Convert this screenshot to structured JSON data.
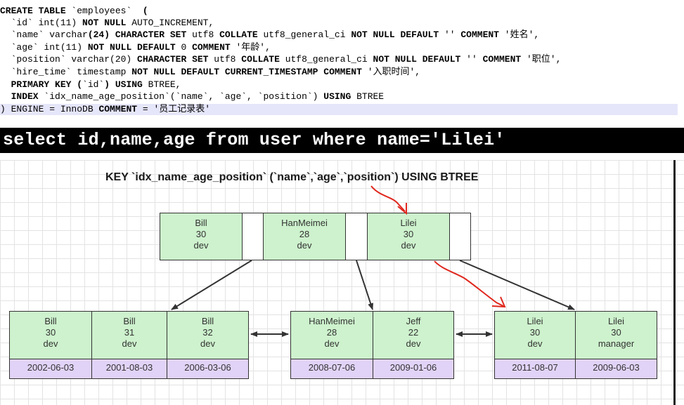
{
  "sql": {
    "lines": [
      [
        {
          "t": "CREATE TABLE",
          "k": 1
        },
        {
          "t": " `employees`  ",
          "k": 0
        },
        {
          "t": "(",
          "k": 1
        }
      ],
      [
        {
          "t": "  `id` int",
          "k": 0
        },
        {
          "t": "(11)",
          "k": 0
        },
        {
          "t": " NOT NULL",
          "k": 1
        },
        {
          "t": " AUTO_INCREMENT,",
          "k": 0
        }
      ],
      [
        {
          "t": "  `name` varchar",
          "k": 0
        },
        {
          "t": "(24)",
          "k": 1
        },
        {
          "t": " CHARACTER SET",
          "k": 1
        },
        {
          "t": " utf8 ",
          "k": 0
        },
        {
          "t": "COLLATE",
          "k": 1
        },
        {
          "t": " utf8_general_ci ",
          "k": 0
        },
        {
          "t": "NOT NULL DEFAULT",
          "k": 1
        },
        {
          "t": " '' ",
          "k": 0
        },
        {
          "t": "COMMENT",
          "k": 1
        },
        {
          "t": " '姓名',",
          "k": 0
        }
      ],
      [
        {
          "t": "  `age` int",
          "k": 0
        },
        {
          "t": "(11)",
          "k": 0
        },
        {
          "t": " NOT NULL DEFAULT",
          "k": 1
        },
        {
          "t": " 0 ",
          "k": 0
        },
        {
          "t": "COMMENT",
          "k": 1
        },
        {
          "t": " '年龄',",
          "k": 0
        }
      ],
      [
        {
          "t": "  `position` varchar",
          "k": 0
        },
        {
          "t": "(20)",
          "k": 0
        },
        {
          "t": " CHARACTER SET",
          "k": 1
        },
        {
          "t": " utf8 ",
          "k": 0
        },
        {
          "t": "COLLATE",
          "k": 1
        },
        {
          "t": " utf8_general_ci ",
          "k": 0
        },
        {
          "t": "NOT NULL DEFAULT",
          "k": 1
        },
        {
          "t": " '' ",
          "k": 0
        },
        {
          "t": "COMMENT",
          "k": 1
        },
        {
          "t": " '职位',",
          "k": 0
        }
      ],
      [
        {
          "t": "  `hire_time` timestamp ",
          "k": 0
        },
        {
          "t": "NOT NULL DEFAULT CURRENT_TIMESTAMP COMMENT",
          "k": 1
        },
        {
          "t": " '入职时间',",
          "k": 0
        }
      ],
      [
        {
          "t": "  PRIMARY KEY (",
          "k": 1
        },
        {
          "t": "`id`",
          "k": 0
        },
        {
          "t": ") USING",
          "k": 1
        },
        {
          "t": " BTREE,",
          "k": 0
        }
      ],
      [
        {
          "t": "  INDEX",
          "k": 1
        },
        {
          "t": " `idx_name_age_position`(`name`, `age`, `position`) ",
          "k": 0
        },
        {
          "t": "USING",
          "k": 1
        },
        {
          "t": " BTREE",
          "k": 0
        }
      ],
      [
        {
          "t": ") ENGINE = InnoDB ",
          "k": 0
        },
        {
          "t": "COMMENT",
          "k": 1
        },
        {
          "t": " = '员工记录表'",
          "k": 0
        }
      ]
    ]
  },
  "query": {
    "text": "select id,name,age from user where name='Lilei'"
  },
  "diagram": {
    "caption": "KEY `idx_name_age_position` (`name`,`age`,`position`) USING BTREE",
    "root": [
      {
        "name": "Bill",
        "age": "30",
        "position": "dev"
      },
      {
        "name": "HanMeimei",
        "age": "28",
        "position": "dev"
      },
      {
        "name": "Lilei",
        "age": "30",
        "position": "dev"
      }
    ],
    "leaves": [
      {
        "entries": [
          {
            "name": "Bill",
            "age": "30",
            "position": "dev",
            "hire_time": "2002-06-03"
          },
          {
            "name": "Bill",
            "age": "31",
            "position": "dev",
            "hire_time": "2001-08-03"
          },
          {
            "name": "Bill",
            "age": "32",
            "position": "dev",
            "hire_time": "2006-03-06"
          }
        ]
      },
      {
        "entries": [
          {
            "name": "HanMeimei",
            "age": "28",
            "position": "dev",
            "hire_time": "2008-07-06"
          },
          {
            "name": "Jeff",
            "age": "22",
            "position": "dev",
            "hire_time": "2009-01-06"
          }
        ]
      },
      {
        "entries": [
          {
            "name": "Lilei",
            "age": "30",
            "position": "dev",
            "hire_time": "2011-08-07"
          },
          {
            "name": "Lilei",
            "age": "30",
            "position": "manager",
            "hire_time": "2009-06-03"
          }
        ]
      }
    ],
    "colors": {
      "key_cell": "#cdf2cd",
      "date_cell": "#e1d3f7",
      "highlight_arrow": "#e0281e",
      "arrow": "#333333"
    }
  }
}
